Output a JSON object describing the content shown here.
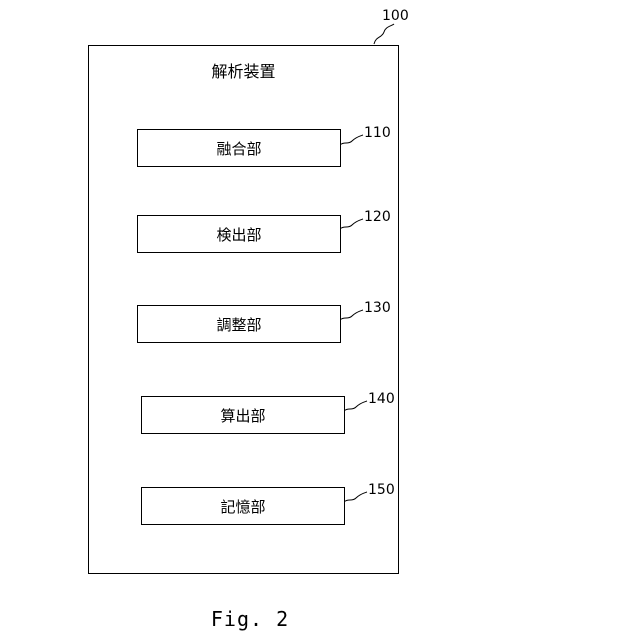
{
  "device": {
    "ref": "100",
    "title": "解析装置"
  },
  "components": [
    {
      "ref": "110",
      "label": "融合部"
    },
    {
      "ref": "120",
      "label": "検出部"
    },
    {
      "ref": "130",
      "label": "調整部"
    },
    {
      "ref": "140",
      "label": "算出部"
    },
    {
      "ref": "150",
      "label": "記憶部"
    }
  ],
  "caption": "Fig. 2"
}
